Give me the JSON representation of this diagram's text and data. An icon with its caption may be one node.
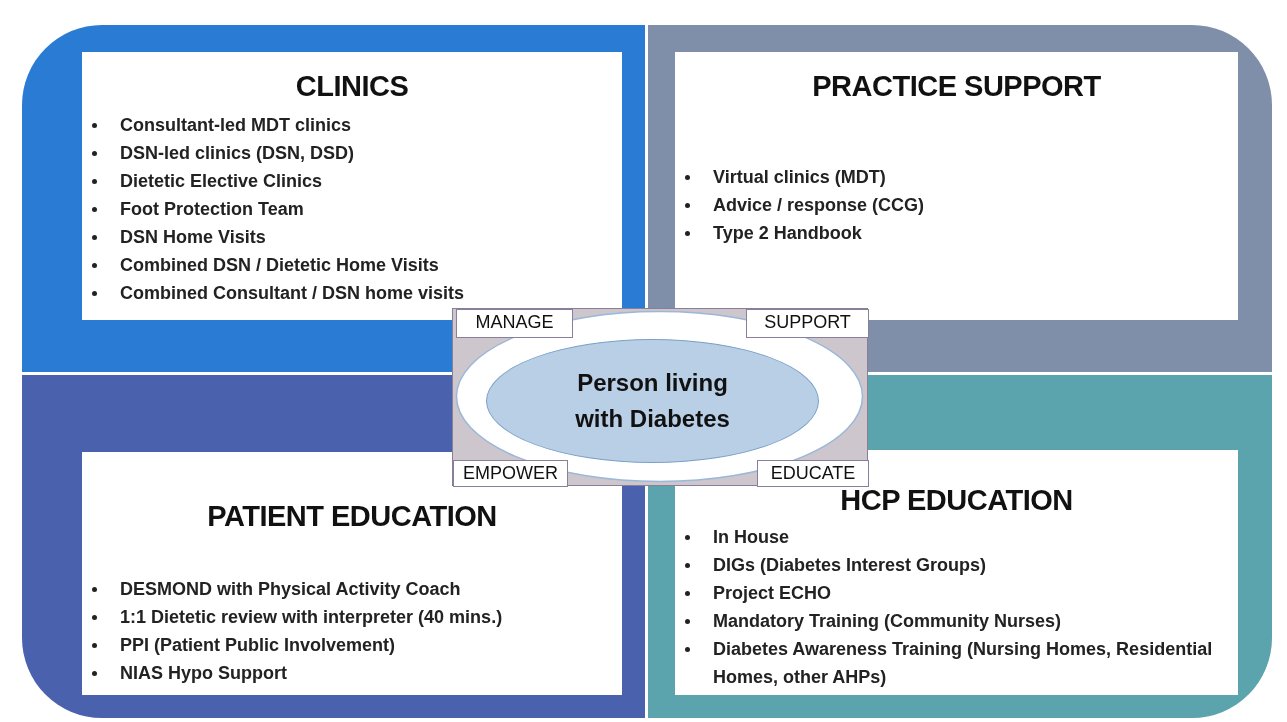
{
  "diagram": {
    "nodes": [
      {
        "text": [
          "CLINICS",
          "Consultant-led MDT clinics",
          "DSN-led clinics (DSN, DSD)",
          "Dietetic Elective Clinics",
          "Foot Protection Team",
          "DSN Home Visits",
          "Combined DSN / Dietetic Home Visits",
          "Combined Consultant / DSN home visits"
        ]
      },
      {
        "text": [
          "PRACTICE SUPPORT",
          "Virtual clinics (MDT)",
          "Advice / response (CCG)",
          "Type 2 Handbook"
        ]
      },
      {
        "text": [],
        "shape": "box"
      },
      {
        "text": [
          "MANAGE"
        ],
        "in": 2
      },
      {
        "text": [
          "SUPPORT"
        ],
        "in": 2
      },
      {
        "text": [
          "Person living with Diabetes"
        ],
        "in": 2
      },
      {
        "text": [
          "EMPOWER"
        ]
      },
      {
        "text": [
          "EDUCATE"
        ]
      },
      {
        "text": [
          "PATIENT EDUCATION",
          "DESMOND with Physical Activity Coach",
          "1:1 Dietetic review with interpreter (40 mins.)",
          "PPI (Patient Public Involvement)",
          "NIAS Hypo Support"
        ]
      },
      {
        "text": [
          "HCP EDUCATION",
          "In House",
          "DIGs (Diabetes Interest Groups)",
          "Project ECHO",
          "Mandatory Training (Community Nurses)",
          "Diabetes Awareness Training (Nursing Homes, Residential Homes, other AHPs)"
        ]
      }
    ],
    "edges": []
  }
}
